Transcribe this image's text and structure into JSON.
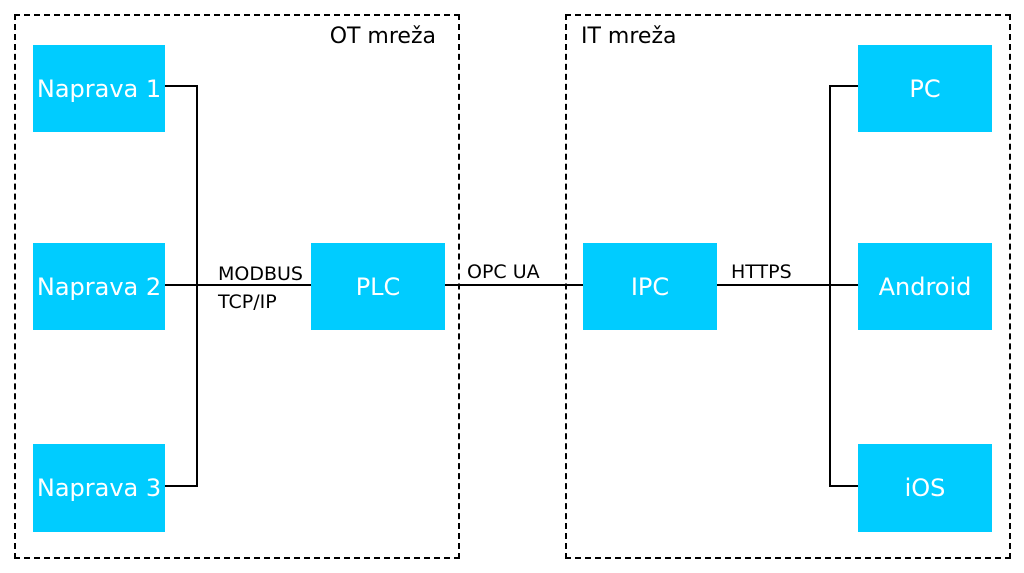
{
  "zones": {
    "ot_label": "OT mreža",
    "it_label": "IT mreža"
  },
  "nodes": {
    "naprava_1": "Naprava 1",
    "naprava_2": "Naprava 2",
    "naprava_3": "Naprava 3",
    "plc": "PLC",
    "ipc": "IPC",
    "pc": "PC",
    "android": "Android",
    "ios": "iOS"
  },
  "connections": {
    "modbus_line1": "MODBUS",
    "modbus_line2": "TCP/IP",
    "opc_ua": "OPC UA",
    "https": "HTTPS"
  },
  "colors": {
    "node_fill": "#00ccff",
    "node_text": "#ffffff",
    "line": "#000000"
  }
}
